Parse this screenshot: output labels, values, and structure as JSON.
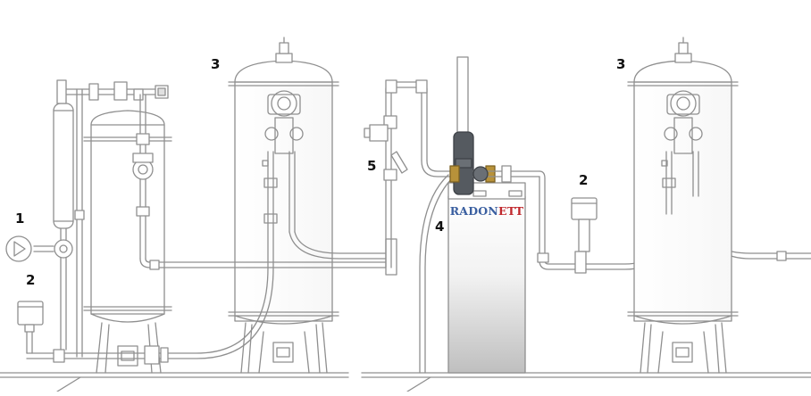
{
  "callouts": {
    "c1": "1",
    "c2_left": "2",
    "c3_left": "3",
    "c5": "5",
    "c4": "4",
    "c3_right": "3",
    "c2_right": "2"
  },
  "brand": {
    "part1": "RADON",
    "part2": "ETT",
    "color1": "#3a5fa0",
    "color2": "#c0282d"
  },
  "colors": {
    "line": "#8f8f8f",
    "unit_dark": "#555a60",
    "brass": "#b8923a"
  }
}
